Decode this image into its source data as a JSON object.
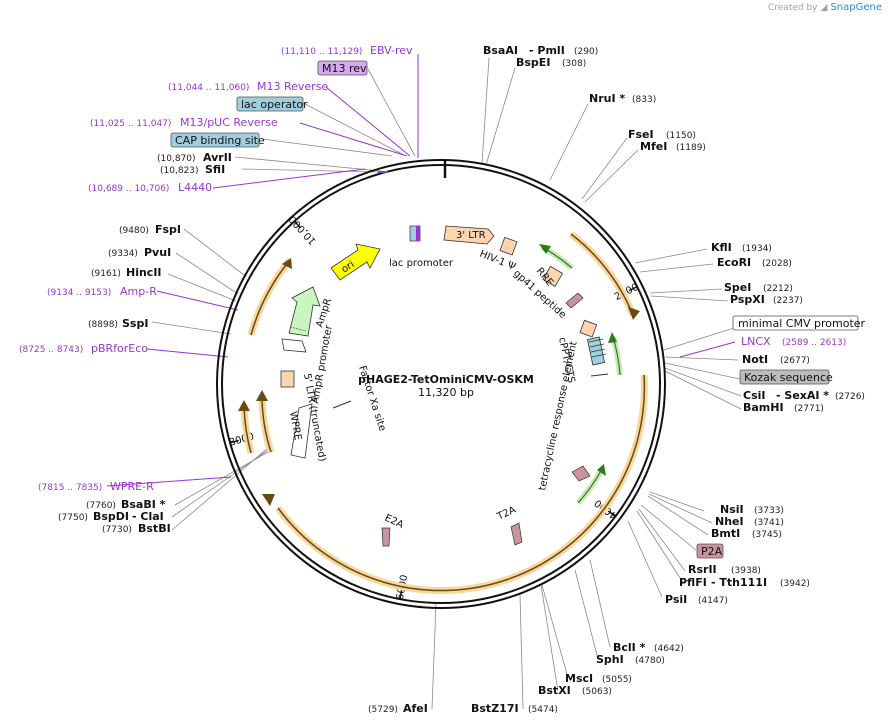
{
  "credit": {
    "created_by": "Created by",
    "brand": "SnapGene"
  },
  "plasmid": {
    "name": "pHAGE2-TetOminiCMV-OSKM",
    "size": "11,320 bp",
    "length": 11320
  },
  "ticks": [
    {
      "label": "2000",
      "pos": 2000
    },
    {
      "label": "4000",
      "pos": 4000
    },
    {
      "label": "6000",
      "pos": 6000
    },
    {
      "label": "8000",
      "pos": 8000
    },
    {
      "label": "10,000",
      "pos": 10000
    }
  ],
  "enzymes": [
    {
      "id": "bsaai",
      "name": "BsaAI",
      "extra": "- PmlI",
      "pos": "(290)",
      "bp": 290
    },
    {
      "id": "bspei",
      "name": "BspEI",
      "pos": "(308)",
      "bp": 308
    },
    {
      "id": "nrui",
      "name": "NruI *",
      "pos": "(833)",
      "bp": 833
    },
    {
      "id": "fsei",
      "name": "FseI",
      "pos": "(1150)",
      "bp": 1150
    },
    {
      "id": "mfei",
      "name": "MfeI",
      "pos": "(1189)",
      "bp": 1189
    },
    {
      "id": "kfli",
      "name": "KflI",
      "pos": "(1934)",
      "bp": 1934
    },
    {
      "id": "ecori",
      "name": "EcoRI",
      "pos": "(2028)",
      "bp": 2028
    },
    {
      "id": "spei",
      "name": "SpeI",
      "pos": "(2212)",
      "bp": 2212
    },
    {
      "id": "pspxi",
      "name": "PspXI",
      "pos": "(2237)",
      "bp": 2237
    },
    {
      "id": "noti",
      "name": "NotI",
      "pos": "(2677)",
      "bp": 2677
    },
    {
      "id": "csii",
      "name": "CsiI",
      "extra": "- SexAI *",
      "pos": "(2726)",
      "bp": 2726
    },
    {
      "id": "bamhi",
      "name": "BamHI",
      "pos": "(2771)",
      "bp": 2771
    },
    {
      "id": "nsii",
      "name": "NsiI",
      "pos": "(3733)",
      "bp": 3733
    },
    {
      "id": "nhei",
      "name": "NheI",
      "pos": "(3741)",
      "bp": 3741
    },
    {
      "id": "bmti",
      "name": "BmtI",
      "pos": "(3745)",
      "bp": 3745
    },
    {
      "id": "rsrii",
      "name": "RsrII",
      "pos": "(3938)",
      "bp": 3938
    },
    {
      "id": "pflfi",
      "name": "PflFI",
      "extra": "- Tth111I",
      "pos": "(3942)",
      "bp": 3942
    },
    {
      "id": "psii",
      "name": "PsiI",
      "pos": "(4147)",
      "bp": 4147
    },
    {
      "id": "bcli",
      "name": "BclI *",
      "pos": "(4642)",
      "bp": 4642
    },
    {
      "id": "sphi",
      "name": "SphI",
      "pos": "(4780)",
      "bp": 4780
    },
    {
      "id": "msci",
      "name": "MscI",
      "pos": "(5055)",
      "bp": 5055
    },
    {
      "id": "bstxi",
      "name": "BstXI",
      "pos": "(5063)",
      "bp": 5063
    },
    {
      "id": "bstz17i",
      "name": "BstZ17I",
      "pos": "(5474)",
      "bp": 5474
    },
    {
      "id": "afei",
      "name": "AfeI",
      "pos": "(5729)",
      "bp": 5729
    },
    {
      "id": "bsabi",
      "name": "BsaBI *",
      "pos": "(7760)",
      "bp": 7760
    },
    {
      "id": "bspdi",
      "name": "BspDI",
      "extra": "- ClaI",
      "pos": "(7750)",
      "bp": 7750
    },
    {
      "id": "bstbi",
      "name": "BstBI",
      "pos": "(7730)",
      "bp": 7730
    },
    {
      "id": "sspi",
      "name": "SspI",
      "pos": "(8898)",
      "bp": 8898
    },
    {
      "id": "hincii",
      "name": "HincII",
      "pos": "(9161)",
      "bp": 9161
    },
    {
      "id": "pvui",
      "name": "PvuI",
      "pos": "(9334)",
      "bp": 9334
    },
    {
      "id": "fspi",
      "name": "FspI",
      "pos": "(9480)",
      "bp": 9480
    },
    {
      "id": "sfii",
      "name": "SfiI",
      "pos": "(10,823)",
      "bp": 10823
    },
    {
      "id": "avrii",
      "name": "AvrII",
      "pos": "(10,870)",
      "bp": 10870
    }
  ],
  "primers": [
    {
      "id": "ebv-rev",
      "name": "EBV-rev",
      "range": "(11,110 .. 11,129)"
    },
    {
      "id": "m13-reverse",
      "name": "M13 Reverse",
      "range": "(11,044 .. 11,060)"
    },
    {
      "id": "m13-puc-reverse",
      "name": "M13/pUC Reverse",
      "range": "(11,025 .. 11,047)"
    },
    {
      "id": "l4440",
      "name": "L4440",
      "range": "(10,689 .. 10,706)"
    },
    {
      "id": "amp-r",
      "name": "Amp-R",
      "range": "(9134 .. 9153)"
    },
    {
      "id": "pbrforeco",
      "name": "pBRforEco",
      "range": "(8725 .. 8743)"
    },
    {
      "id": "wpre-r",
      "name": "WPRE-R",
      "range": "(7815 .. 7835)"
    },
    {
      "id": "lncx",
      "name": "LNCX",
      "range": "(2589 .. 2613)"
    }
  ],
  "boxed_labels": [
    {
      "id": "m13-rev",
      "label": "M13 rev"
    },
    {
      "id": "lac-operator",
      "label": "lac operator"
    },
    {
      "id": "cap-binding-site",
      "label": "CAP binding site"
    },
    {
      "id": "minimal-cmv-promoter",
      "label": "minimal CMV promoter"
    },
    {
      "id": "kozak-sequence",
      "label": "Kozak sequence"
    },
    {
      "id": "p2a",
      "label": "P2A"
    }
  ],
  "features": {
    "ltr3": "3' LTR",
    "hiv": "HIV-1 Ψ",
    "rre": "RRE",
    "gp41": "gp41 peptide",
    "cppt": "cPPT/CTS",
    "tre": "tetracycline response element",
    "t2a": "T2A",
    "e2a": "E2A",
    "wpre": "WPRE",
    "ltr5": "5' LTR (truncated)",
    "ampr_promoter": "AmpR promoter",
    "ampr": "AmpR",
    "ori": "ori",
    "lac_promoter": "lac promoter",
    "factor_xa": "Factor Xa site"
  },
  "colors": {
    "backbone": "#111111",
    "cds_orange": "#f2b45a",
    "cds_dark": "#6b4a10",
    "ori_yellow": "#ffff00",
    "ampr_green": "#c8f5c0",
    "ltr_peach": "#fcd4b0",
    "primer_purple": "#9a35cc",
    "regulatory_green": "#6cc24a",
    "lac_blue": "#9fcfdc",
    "t2a_pink": "#c9949f",
    "kozak_gray": "#bcbcbc",
    "m13_lilac": "#d7a8ef"
  }
}
